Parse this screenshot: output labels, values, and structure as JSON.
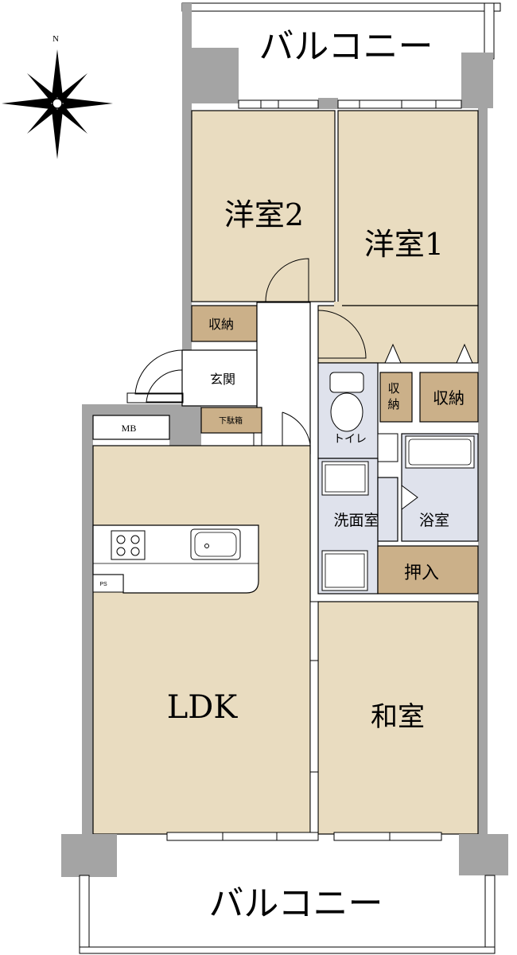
{
  "floorplan": {
    "compass": {
      "north_label": "N"
    },
    "balcony_top": "バルコニー",
    "balcony_bottom": "バルコニー",
    "rooms": {
      "western_room_2": "洋室2",
      "western_room_1": "洋室1",
      "storage_left": "収納",
      "entrance": "玄関",
      "shoe_box": "下駄箱",
      "meter_box": "MB",
      "toilet": "トイレ",
      "storage_small": "収\n納",
      "storage_right": "収納",
      "washroom": "洗面室",
      "bathroom": "浴室",
      "closet": "押入",
      "ldk": "LDK",
      "japanese_room": "和室",
      "pipe_space": "PS"
    },
    "colors": {
      "room_fill": "#e9dcc0",
      "storage_fill": "#cbb089",
      "wet_area_fill": "#dfe2ec",
      "wall": "#a4a4a4",
      "outline": "#000000"
    }
  }
}
